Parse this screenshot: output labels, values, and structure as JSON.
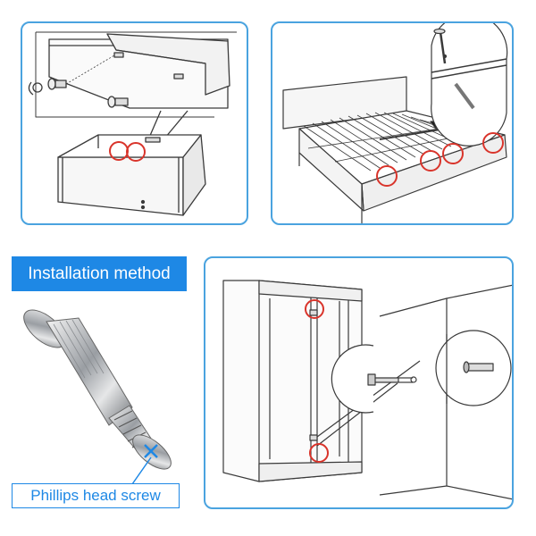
{
  "section_title": "Installation method",
  "callout_label": "Phillips head screw",
  "colors": {
    "accent": "#1e88e5",
    "panel_border": "#4aa3df",
    "highlight_circle": "#d9342b",
    "line_art": "#3a3a3a"
  },
  "panels": [
    {
      "id": "drawer",
      "depicts": "drawer-assembly-icon"
    },
    {
      "id": "bed",
      "depicts": "bed-frame-icon"
    },
    {
      "id": "wardrobe",
      "depicts": "wardrobe-icon"
    }
  ]
}
